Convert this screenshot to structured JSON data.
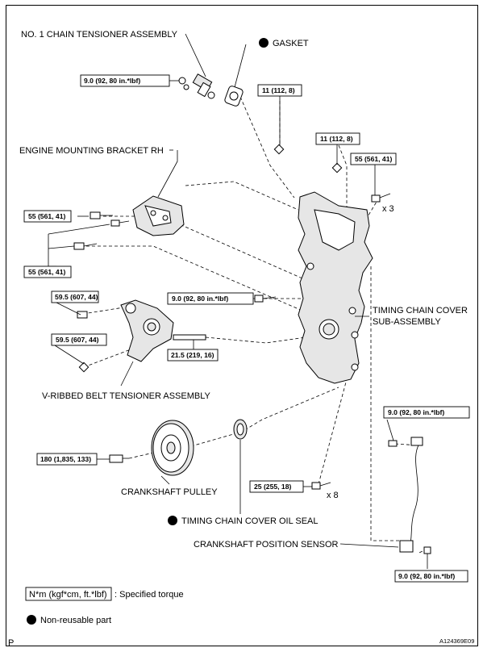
{
  "labels": {
    "chain_tensioner": "NO. 1 CHAIN TENSIONER ASSEMBLY",
    "gasket": "GASKET",
    "engine_bracket": "ENGINE MOUNTING BRACKET RH",
    "timing_cover_line1": "TIMING CHAIN COVER",
    "timing_cover_line2": "SUB-ASSEMBLY",
    "belt_tensioner": "V-RIBBED BELT TENSIONER ASSEMBLY",
    "crank_pulley": "CRANKSHAFT PULLEY",
    "oil_seal": "TIMING CHAIN COVER OIL SEAL",
    "crank_sensor": "CRANKSHAFT POSITION SENSOR"
  },
  "torques": {
    "tensioner_bolt": "9.0 (92, 80 in.*lbf)",
    "nut_top": "11 (112, 8)",
    "nut_right": "11 (112, 8)",
    "cover_bolt_55": "55 (561, 41)",
    "bracket_bolt_upper": "55 (561, 41)",
    "bracket_bolt_lower": "55 (561, 41)",
    "belt_tensioner_bolt": "59.5 (607, 44)",
    "belt_tensioner_nut": "59.5 (607, 44)",
    "cover_center_bolt": "9.0 (92, 80 in.*lbf)",
    "stud": "21.5 (219, 16)",
    "pulley_bolt": "180 (1,835, 133)",
    "cover_bolts_25": "25 (255, 18)",
    "sensor_bolt_top": "9.0 (92, 80 in.*lbf)",
    "sensor_bolt_bottom": "9.0 (92, 80 in.*lbf)"
  },
  "multipliers": {
    "x3": "x 3",
    "x8": "x 8"
  },
  "legend": {
    "torque_unit": "N*m (kgf*cm, ft.*lbf)",
    "torque_desc": ": Specified torque",
    "non_reusable": "Non-reusable part"
  },
  "footer": {
    "left": "P",
    "code": "A124369E09"
  }
}
